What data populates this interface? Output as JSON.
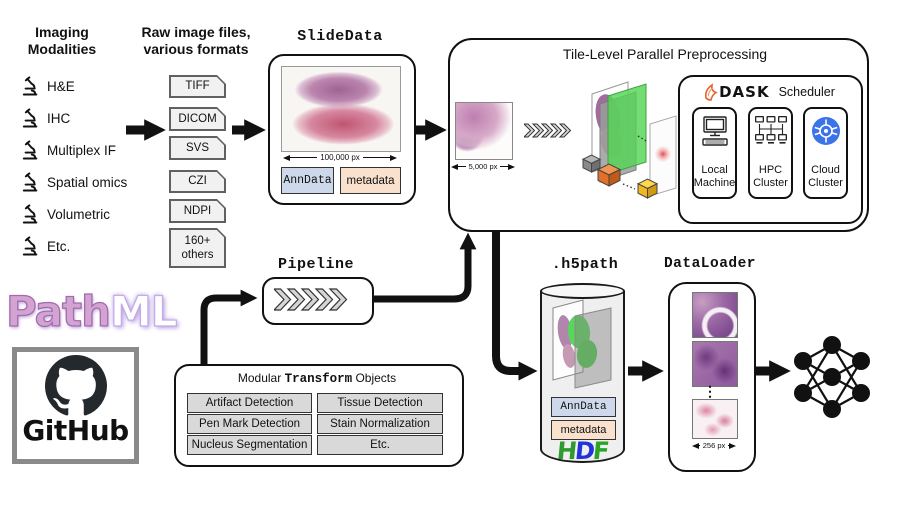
{
  "modalities": {
    "title_line1": "Imaging",
    "title_line2": "Modalities",
    "items": [
      "H&E",
      "IHC",
      "Multiplex IF",
      "Spatial omics",
      "Volumetric",
      "Etc."
    ]
  },
  "raw_files": {
    "title_line1": "Raw image files,",
    "title_line2": "various formats",
    "formats": [
      "TIFF",
      "DICOM",
      "SVS",
      "CZI",
      "NDPI"
    ],
    "last_format_line1": "160+",
    "last_format_line2": "others"
  },
  "slidedata": {
    "title": "SlideData",
    "scale_label": "100,000 px",
    "anndata_label": "AnnData",
    "metadata_label": "metadata"
  },
  "tile_preprocessing": {
    "title": "Tile-Level Parallel Preprocessing",
    "tile_scale_label": "5,000 px",
    "dask_name": "DASK",
    "scheduler_label": "Scheduler",
    "nodes": [
      {
        "line1": "Local",
        "line2": "Machine"
      },
      {
        "line1": "HPC",
        "line2": "Cluster"
      },
      {
        "line1": "Cloud",
        "line2": "Cluster"
      }
    ]
  },
  "pipeline": {
    "title": "Pipeline"
  },
  "transforms": {
    "title_pre": "Modular",
    "title_mono": "Transform",
    "title_post": "Objects",
    "left_items": [
      "Artifact Detection",
      "Pen Mark Detection",
      "Nucleus Segmentation"
    ],
    "right_items": [
      "Tissue Detection",
      "Stain Normalization",
      "Etc."
    ]
  },
  "h5path": {
    "title": ".h5path",
    "anndata_label": "AnnData",
    "metadata_label": "metadata",
    "hdf_h": "H",
    "hdf_d": "D",
    "hdf_f": "F"
  },
  "dataloader": {
    "title": "DataLoader",
    "scale_label": "256 px",
    "ellipsis": "⋮"
  },
  "branding": {
    "pathml_part1": "Path",
    "pathml_part2": "ML",
    "github_label": "GitHub"
  },
  "colors": {
    "anndata_bg": "#cdd9ea",
    "metadata_bg": "#fae1cd",
    "mask_green": "#58d858",
    "dask_orange": "#e8622c",
    "kubernetes_blue": "#3b73e8",
    "pathml_purple": "#a76db3"
  }
}
